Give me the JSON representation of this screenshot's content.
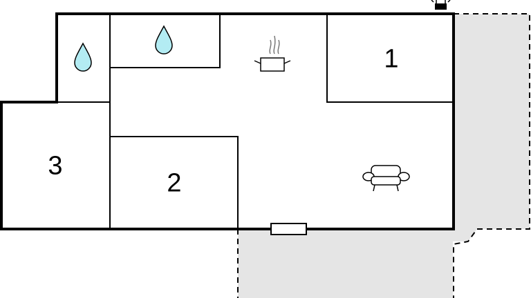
{
  "rooms": [
    {
      "id": "bedroom-1",
      "label": "1"
    },
    {
      "id": "bedroom-2",
      "label": "2"
    },
    {
      "id": "bedroom-3",
      "label": "3"
    }
  ],
  "colors": {
    "wall": "#000000",
    "terrace": "#e5e5e5",
    "water": "#b3ecf3"
  },
  "icons": [
    "water-drop-icon",
    "water-drop-icon",
    "cooking-pot-icon",
    "sofa-icon",
    "outdoor-lamp-icon",
    "window-icon"
  ]
}
